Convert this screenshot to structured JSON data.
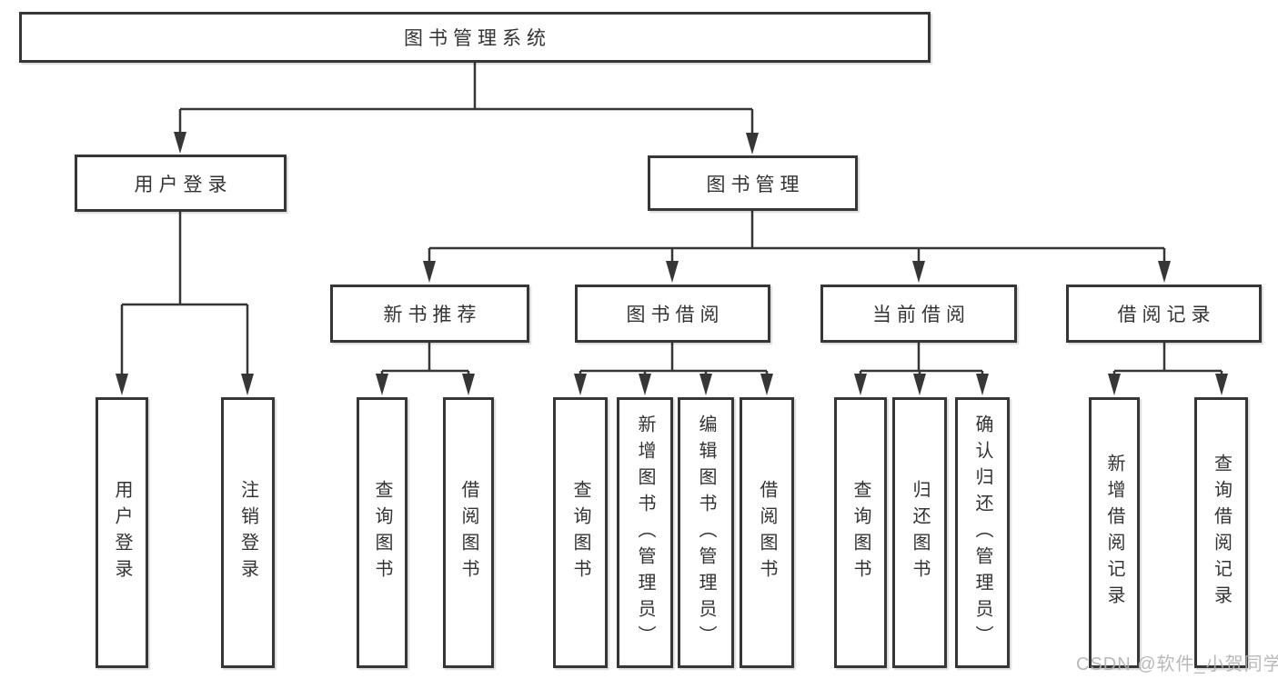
{
  "tree": {
    "label": "图书管理系统",
    "children": [
      {
        "label": "用户登录",
        "children": [
          {
            "label": "用户登录"
          },
          {
            "label": "注销登录"
          }
        ]
      },
      {
        "label": "图书管理",
        "children": [
          {
            "label": "新书推荐",
            "children": [
              {
                "label": "查询图书"
              },
              {
                "label": "借阅图书"
              }
            ]
          },
          {
            "label": "图书借阅",
            "children": [
              {
                "label": "查询图书"
              },
              {
                "label": "新增图书（管理员）"
              },
              {
                "label": "编辑图书（管理员）"
              },
              {
                "label": "借阅图书"
              }
            ]
          },
          {
            "label": "当前借阅",
            "children": [
              {
                "label": "查询图书"
              },
              {
                "label": "归还图书"
              },
              {
                "label": "确认归还（管理员）"
              }
            ]
          },
          {
            "label": "借阅记录",
            "children": [
              {
                "label": "新增借阅记录"
              },
              {
                "label": "查询借阅记录"
              }
            ]
          }
        ]
      }
    ]
  },
  "watermark": {
    "text": "CSDN @软件_小贺同学"
  },
  "colors": {
    "line": "#363636",
    "text": "#333333",
    "watermark": "#b2b2b2",
    "background": "#ffffff"
  }
}
